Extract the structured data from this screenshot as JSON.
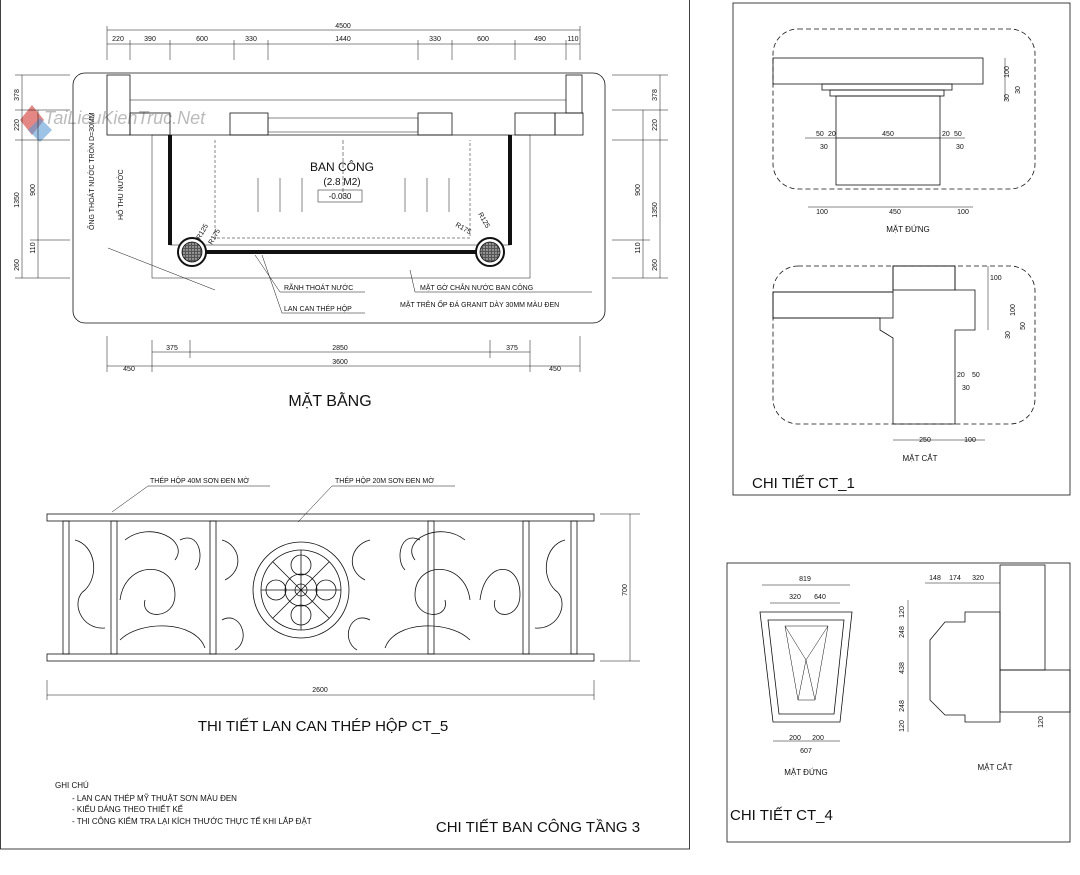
{
  "watermark": "TaiLieuKienTruc.Net",
  "plan": {
    "title": "MẶT BẰNG",
    "top_dims": {
      "total": "4500",
      "parts": [
        "220",
        "390",
        "600",
        "330",
        "1440",
        "330",
        "600",
        "490",
        "110"
      ]
    },
    "left_dims": [
      "378",
      "220",
      "900",
      "1350",
      "260",
      "110"
    ],
    "right_dims": [
      "378",
      "220",
      "900",
      "1350",
      "260",
      "110"
    ],
    "bottom_dims": {
      "row1": [
        "375",
        "2850",
        "375"
      ],
      "row2": [
        "450",
        "3600",
        "450"
      ]
    },
    "balcony_label": "BAN CÔNG",
    "area_label": "(2.8 M2)",
    "level_label": "-0.030",
    "pipe_label": "ỐNG THOÁT NƯỚC TRÒN D=30MM",
    "drain_hole_label": "HỐ THU NƯỚC",
    "radius_label_1": "R125",
    "radius_label_2": "R175",
    "radius_label_3": "R175",
    "radius_label_4": "R125",
    "callouts": [
      "RÃNH THOÁT NƯỚC",
      "LAN CAN THÉP HỘP",
      "MẶT GỜ CHẮN NƯỚC BAN CÔNG",
      "MẶT TRÊN ỐP ĐÁ GRANIT DÀY 30MM MÀU ĐEN"
    ]
  },
  "railing": {
    "title": "THI TIẾT LAN CAN THÉP HỘP CT_5",
    "label_1": "THÉP HỘP 40M SƠN ĐEN MỜ",
    "label_2": "THÉP HỘP 20M SƠN ĐEN MỜ",
    "height_dim": "700",
    "width_dim": "2600"
  },
  "notes": {
    "heading": "GHI CHÚ",
    "items": [
      "- LAN CAN THÉP MỸ THUẬT SƠN MÀU ĐEN",
      "- KIỂU DÁNG THEO THIẾT KẾ",
      "- THI CÔNG KIỂM TRA LẠI KÍCH THƯỚC THỰC TẾ KHI LẮP ĐẶT"
    ]
  },
  "sheet_title": "CHI TIẾT BAN CÔNG TẦNG 3",
  "ct1": {
    "title": "CHI TIẾT CT_1",
    "elev_label": "MẶT ĐỨNG",
    "section_label": "MẶT CẮT",
    "elev_dims": {
      "top": [
        "50",
        "20",
        "450",
        "20",
        "50"
      ],
      "mid": [
        "30",
        "30"
      ],
      "right": [
        "100",
        "30",
        "30"
      ],
      "bottom": [
        "100",
        "450",
        "100"
      ]
    },
    "section_dims": {
      "right": [
        "100",
        "100",
        "30",
        "50"
      ],
      "small": [
        "20",
        "50",
        "30"
      ],
      "bottom": [
        "250",
        "100"
      ]
    }
  },
  "ct4": {
    "title": "CHI TIẾT CT_4",
    "elev_label": "MẶT ĐỨNG",
    "section_label": "MẶT CẮT",
    "elev_dims": {
      "top": "819",
      "top2": [
        "320",
        "640"
      ],
      "bottom": [
        "200",
        "200"
      ],
      "bottom2": "607"
    },
    "section_dims": {
      "top": [
        "148",
        "174",
        "320"
      ],
      "left": [
        "120",
        "248",
        "438",
        "248",
        "120"
      ],
      "right": "120"
    }
  }
}
